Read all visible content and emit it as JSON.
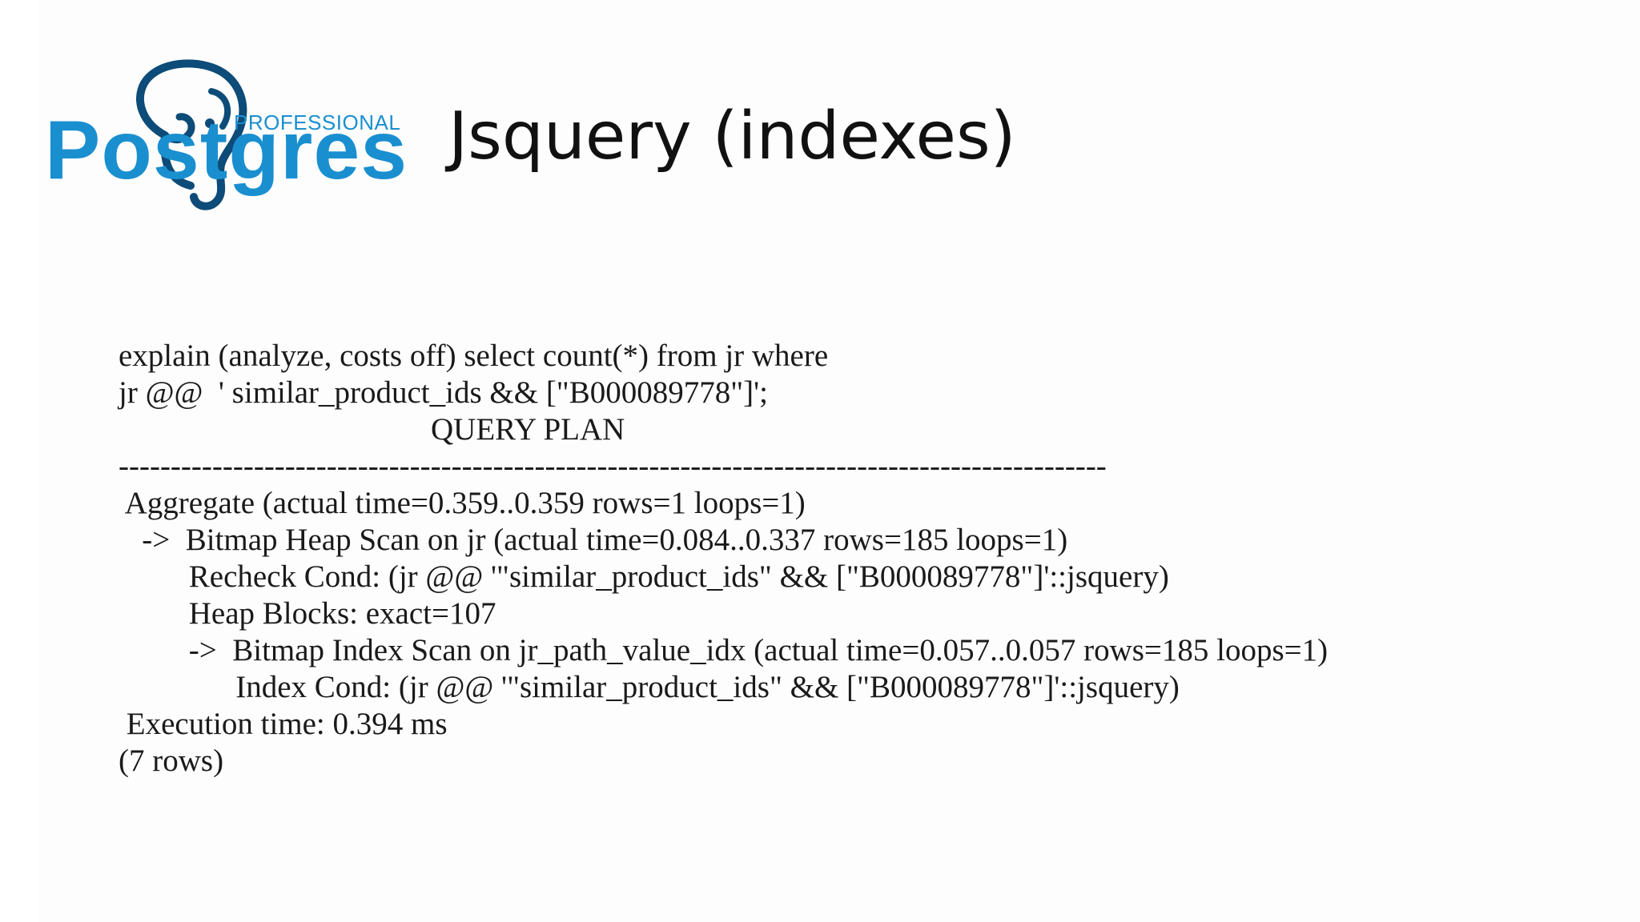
{
  "logo": {
    "brand_word": "Postgres",
    "tagline": "PROFESSIONAL",
    "brand_color": "#1a8fd0",
    "mascot_color": "#0d4b78"
  },
  "slide": {
    "title": "Jsquery (indexes)"
  },
  "code_lines": [
    "explain (analyze, costs off) select count(*) from jr where",
    "jr @@  ' similar_product_ids && [\"B000089778\"]';",
    "                                        QUERY PLAN",
    "-----------------------------------------------------------------------------------------------",
    " Aggregate (actual time=0.359..0.359 rows=1 loops=1)",
    "   ->  Bitmap Heap Scan on jr (actual time=0.084..0.337 rows=185 loops=1)",
    "         Recheck Cond: (jr @@ '\"similar_product_ids\" && [\"B000089778\"]'::jsquery)",
    "         Heap Blocks: exact=107",
    "         ->  Bitmap Index Scan on jr_path_value_idx (actual time=0.057..0.057 rows=185 loops=1)",
    "               Index Cond: (jr @@ '\"similar_product_ids\" && [\"B000089778\"]'::jsquery)",
    " Execution time: 0.394 ms",
    "(7 rows)"
  ]
}
